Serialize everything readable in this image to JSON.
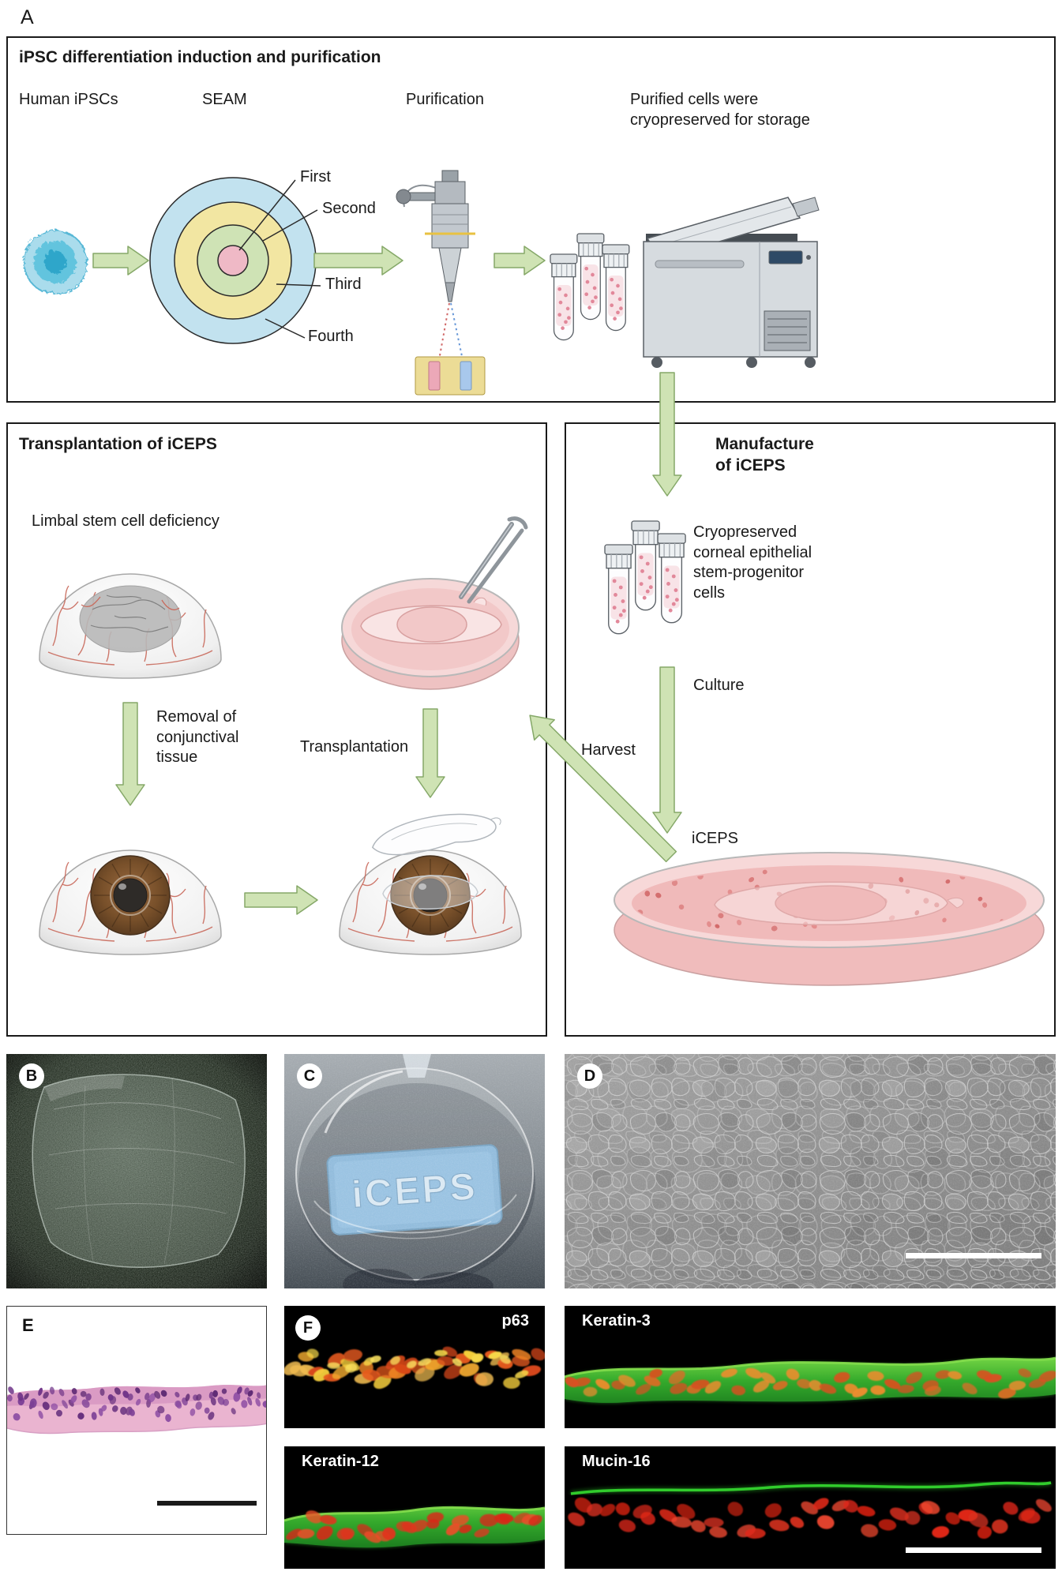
{
  "figure": {
    "panel_labels": {
      "a": "A",
      "b": "B",
      "c": "C",
      "d": "D",
      "e": "E",
      "f": "F"
    }
  },
  "panel_a": {
    "title": "iPSC differentiation induction and purification",
    "steps": {
      "human_ipscs": "Human iPSCs",
      "seam": "SEAM",
      "purification": "Purification",
      "storage": "Purified cells were cryopreserved for storage"
    },
    "seam_zones": {
      "first": "First",
      "second": "Second",
      "third": "Third",
      "fourth": "Fourth"
    }
  },
  "panel_transplant": {
    "title": "Transplantation of iCEPS",
    "lscd": "Limbal stem cell deficiency",
    "removal": "Removal of conjunctival tissue",
    "transplantation": "Transplantation"
  },
  "panel_manufacture": {
    "title": "Manufacture of iCEPS",
    "cryopreserved": "Cryopreserved corneal epithelial stem-progenitor cells",
    "culture": "Culture",
    "iceps": "iCEPS",
    "harvest": "Harvest"
  },
  "photo_c": {
    "label_on_film": "iCEPS"
  },
  "stains": {
    "p63": "p63",
    "keratin3": "Keratin-3",
    "keratin12": "Keratin-12",
    "mucin16": "Mucin-16"
  },
  "colors": {
    "arrow_green": "#cfe3b4",
    "seam_outer_blue": "#c2e2ef",
    "seam_yellow": "#f2e6a2",
    "seam_green": "#cfe3b5",
    "seam_center_pink": "#efb9c6",
    "stain_green": "#34d42e",
    "stain_red": "#e02818",
    "stain_orange": "#f08428",
    "he_pink": "#eab4d0",
    "medium_pink": "#f2c8c8"
  }
}
